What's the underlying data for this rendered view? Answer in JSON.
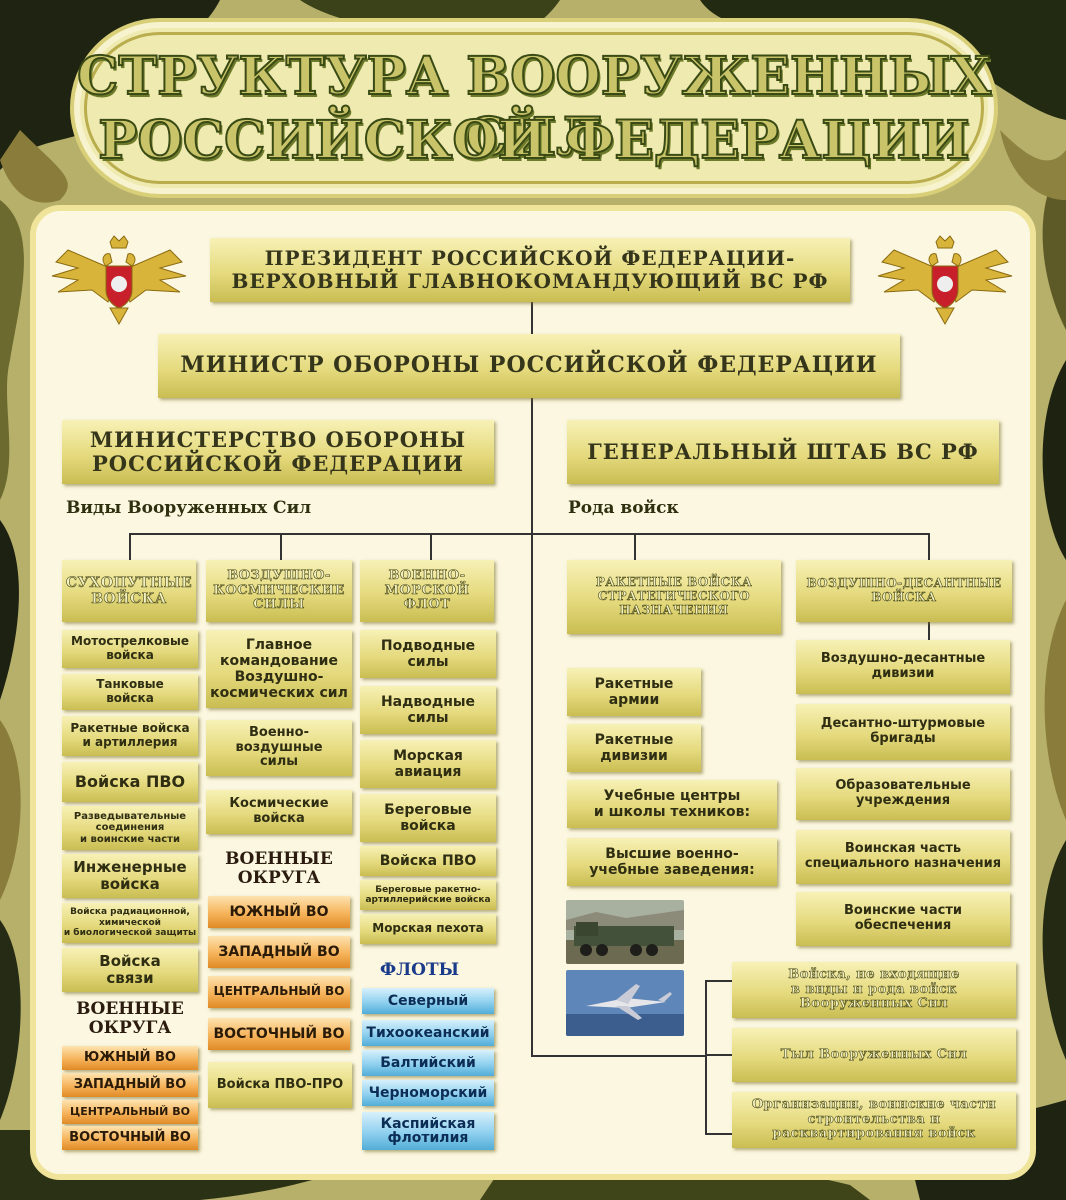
{
  "title": {
    "line1": "СТРУКТУРА ВООРУЖЕННЫХ СИЛ",
    "line2": "РОССИЙСКОЙ ФЕДЕРАЦИИ"
  },
  "top": {
    "president": "ПРЕЗИДЕНТ РОССИЙСКОЙ ФЕДЕРАЦИИ-\nВЕРХОВНЫЙ ГЛАВНОКОМАНДУЮЩИЙ ВС РФ",
    "minister": "МИНИСТР ОБОРОНЫ РОССИЙСКОЙ ФЕДЕРАЦИИ"
  },
  "left": {
    "ministry": "МИНИСТЕРСТВО ОБОРОНЫ\nРОССИЙСКОЙ ФЕДЕРАЦИИ",
    "sublabel": "Виды Вооруженных Сил",
    "col1": {
      "head": "СУХОПУТНЫЕ\nВОЙСКА",
      "items": [
        "Мотострелковые\nвойска",
        "Танковые\nвойска",
        "Ракетные войска\nи артиллерия",
        "Войска ПВО",
        "Разведывательные\nсоединения\nи воинские части",
        "Инженерные\nвойска",
        "Войска радиационной,\nхимической\nи биологической защиты",
        "Войска\nсвязи"
      ],
      "okrug_title": "ВОЕННЫЕ\nОКРУГА",
      "okrugs": [
        "ЮЖНЫЙ ВО",
        "ЗАПАДНЫЙ ВО",
        "ЦЕНТРАЛЬНЫЙ ВО",
        "ВОСТОЧНЫЙ ВО"
      ]
    },
    "col2": {
      "head": "ВОЗДУШНО-\nКОСМИЧЕСКИЕ\nСИЛЫ",
      "items": [
        "Главное\nкомандование\nВоздушно-\nкосмических сил",
        "Военно-\nвоздушные\nсилы",
        "Космические\nвойска"
      ],
      "okrug_title": "ВОЕННЫЕ\nОКРУГА",
      "okrugs": [
        "ЮЖНЫЙ ВО",
        "ЗАПАДНЫЙ ВО",
        "ЦЕНТРАЛЬНЫЙ ВО",
        "ВОСТОЧНЫЙ ВО"
      ],
      "pvo_pro": "Войска ПВО-ПРО"
    },
    "col3": {
      "head": "ВОЕННО-\nМОРСКОЙ\nФЛОТ",
      "items": [
        "Подводные\nсилы",
        "Надводные\nсилы",
        "Морская\nавиация",
        "Береговые\nвойска",
        "Войска ПВО",
        "Береговые ракетно-\nартиллерийские войска",
        "Морская пехота"
      ],
      "fleets_title": "ФЛОТЫ",
      "fleets": [
        "Северный",
        "Тихоокеанский",
        "Балтийский",
        "Черноморский",
        "Каспийская\nфлотилия"
      ]
    }
  },
  "right": {
    "staff": "ГЕНЕРАЛЬНЫЙ ШТАБ ВС РФ",
    "sublabel": "Рода войск",
    "rvsn": {
      "head": "РАКЕТНЫЕ ВОЙСКА\nСТРАТЕГИЧЕСКОГО\nНАЗНАЧЕНИЯ",
      "items": [
        "Ракетные\nармии",
        "Ракетные\nдивизии",
        "Учебные центры\nи школы техников:",
        "Высшие военно-\nучебные заведения:"
      ]
    },
    "vdv": {
      "head": "ВОЗДУШНО-ДЕСАНТНЫЕ\nВОЙСКА",
      "items": [
        "Воздушно-десантные\nдивизии",
        "Десантно-штурмовые\nбригады",
        "Образовательные\nучреждения",
        "Воинская часть\nспециального назначения",
        "Воинские части\nобеспечения"
      ]
    },
    "extra": [
      "Войска, не входящие\nв виды и рода войск\nВооруженных Сил",
      "Тыл Вооруженных Сил",
      "Организации, воинские части\nстроительства и\nрасквартирования войск"
    ]
  },
  "icons": {
    "emblem": "double-headed-eagle-icon",
    "photo_missile": "missile-launcher-photo",
    "photo_jet": "fighter-jet-photo"
  },
  "colors": {
    "panel": "#fbf7e0",
    "box": "#e5da7e",
    "orange": "#f6b35a",
    "blue": "#8fd0ef",
    "camo_dark": "#1f2412"
  }
}
